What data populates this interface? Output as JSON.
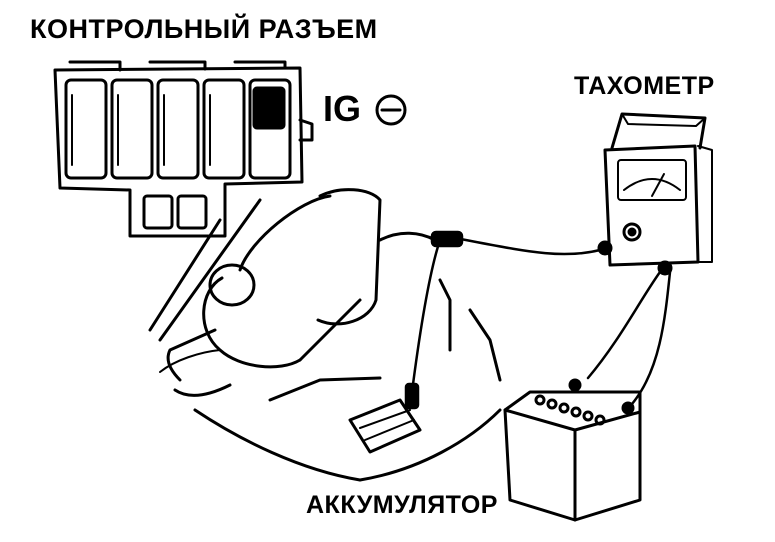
{
  "labels": {
    "connector": "КОНТРОЛЬНЫЙ РАЗЪЕМ",
    "tachometer": "ТАХОМЕТР",
    "battery": "АККУМУЛЯТОР",
    "ig_terminal": "IG"
  },
  "icons": {
    "ground_symbol": "minus-circle-icon"
  },
  "colors": {
    "ink": "#000000",
    "paper": "#ffffff"
  }
}
